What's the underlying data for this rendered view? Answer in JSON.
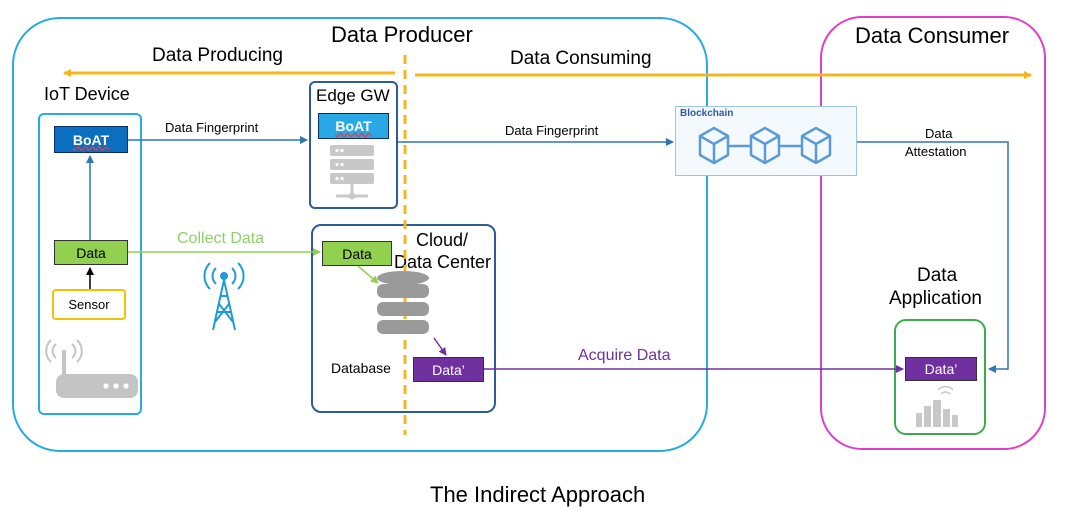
{
  "regions": {
    "producer": "Data Producer",
    "consumer": "Data Consumer"
  },
  "flows": {
    "producing": "Data Producing",
    "consuming": "Data Consuming",
    "fingerprint_left": "Data Fingerprint",
    "fingerprint_right": "Data Fingerprint",
    "collect": "Collect Data",
    "acquire": "Acquire Data",
    "attestation_line1": "Data",
    "attestation_line2": "Attestation"
  },
  "iot": {
    "title": "IoT Device",
    "boat": "BoAT",
    "data": "Data",
    "sensor": "Sensor"
  },
  "edge": {
    "title": "Edge GW",
    "boat": "BoAT"
  },
  "cloud": {
    "title_line1": "Cloud/",
    "title_line2": "Data Center",
    "data": "Data",
    "database": "Database",
    "data_prime": "Data’"
  },
  "blockchain": {
    "title": "Blockchain"
  },
  "application": {
    "title_line1": "Data",
    "title_line2": "Application",
    "data_prime": "Data’"
  },
  "caption": "The Indirect Approach",
  "colors": {
    "producer_border": "#29ABE2",
    "consumer_border": "#E040C8",
    "gold_arrow": "#F5B51C",
    "boat_blue": "#0B6FC0",
    "data_green": "#92D050",
    "data_purple": "#7030A0",
    "collect_green": "#8FD068",
    "sensor_border": "#F2C200",
    "app_border": "#3EAA4E",
    "blockchain_blue": "#5B9BD5"
  }
}
